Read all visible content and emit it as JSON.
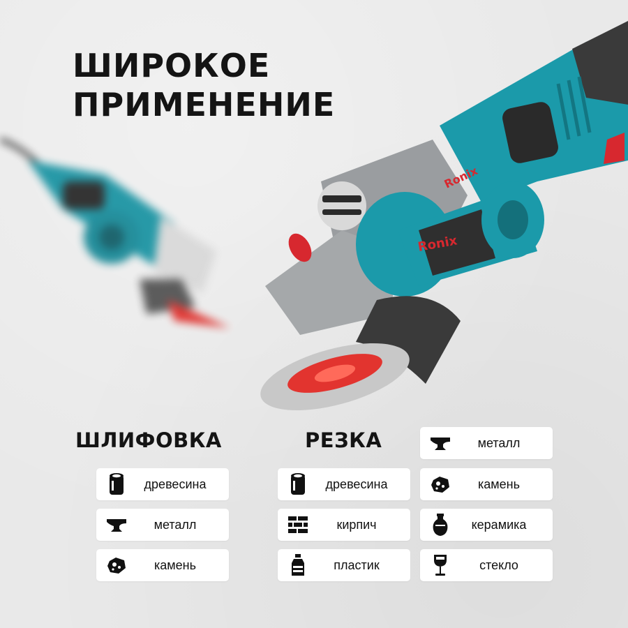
{
  "headline": {
    "line1": "ШИРОКОЕ",
    "line2": "ПРИМЕНЕНИЕ"
  },
  "product": {
    "brand_logo": "Ronix",
    "colors": {
      "body": "#1b9aaa",
      "accent": "#d7282f",
      "grey": "#8a8d8f"
    }
  },
  "grinding": {
    "title": "ШЛИФОВКА",
    "items": [
      {
        "label": "древесина",
        "icon": "wood-log-icon"
      },
      {
        "label": "металл",
        "icon": "anvil-icon"
      },
      {
        "label": "камень",
        "icon": "stone-icon"
      }
    ]
  },
  "cutting": {
    "title": "РЕЗКА",
    "items_left": [
      {
        "label": "древесина",
        "icon": "wood-log-icon"
      },
      {
        "label": "кирпич",
        "icon": "brick-icon"
      },
      {
        "label": "пластик",
        "icon": "bottle-icon"
      }
    ],
    "items_right": [
      {
        "label": "металл",
        "icon": "anvil-icon"
      },
      {
        "label": "камень",
        "icon": "stone-icon"
      },
      {
        "label": "керамика",
        "icon": "vase-icon"
      },
      {
        "label": "стекло",
        "icon": "wine-glass-icon"
      }
    ]
  }
}
